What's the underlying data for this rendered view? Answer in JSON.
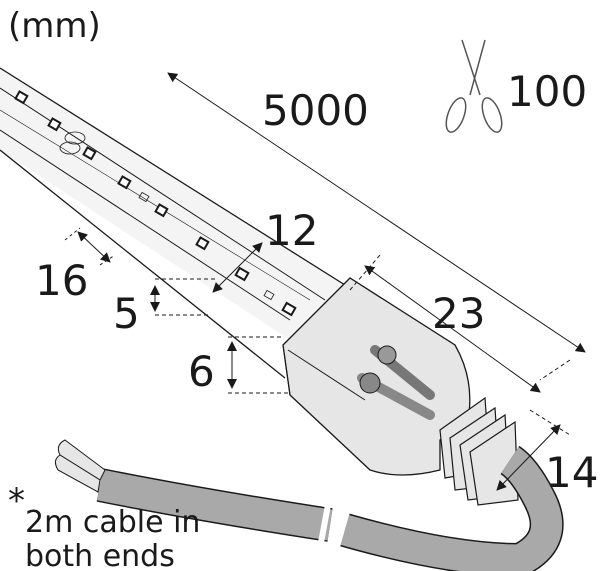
{
  "unit_label": "(mm)",
  "dimensions": {
    "length": "5000",
    "cut_interval": "100",
    "width": "12",
    "led_pitch": "16",
    "strip_height": "5",
    "profile_height": "6",
    "endcap_length": "23",
    "cable_diameter": "14"
  },
  "note": {
    "asterisk": "*",
    "line1": "2m cable in",
    "line2": "both ends"
  },
  "colors": {
    "line": "#1a1a1a",
    "cap": "#e6e6e6",
    "cable": "#a9a9a9",
    "strip": "#f4f4f4"
  }
}
